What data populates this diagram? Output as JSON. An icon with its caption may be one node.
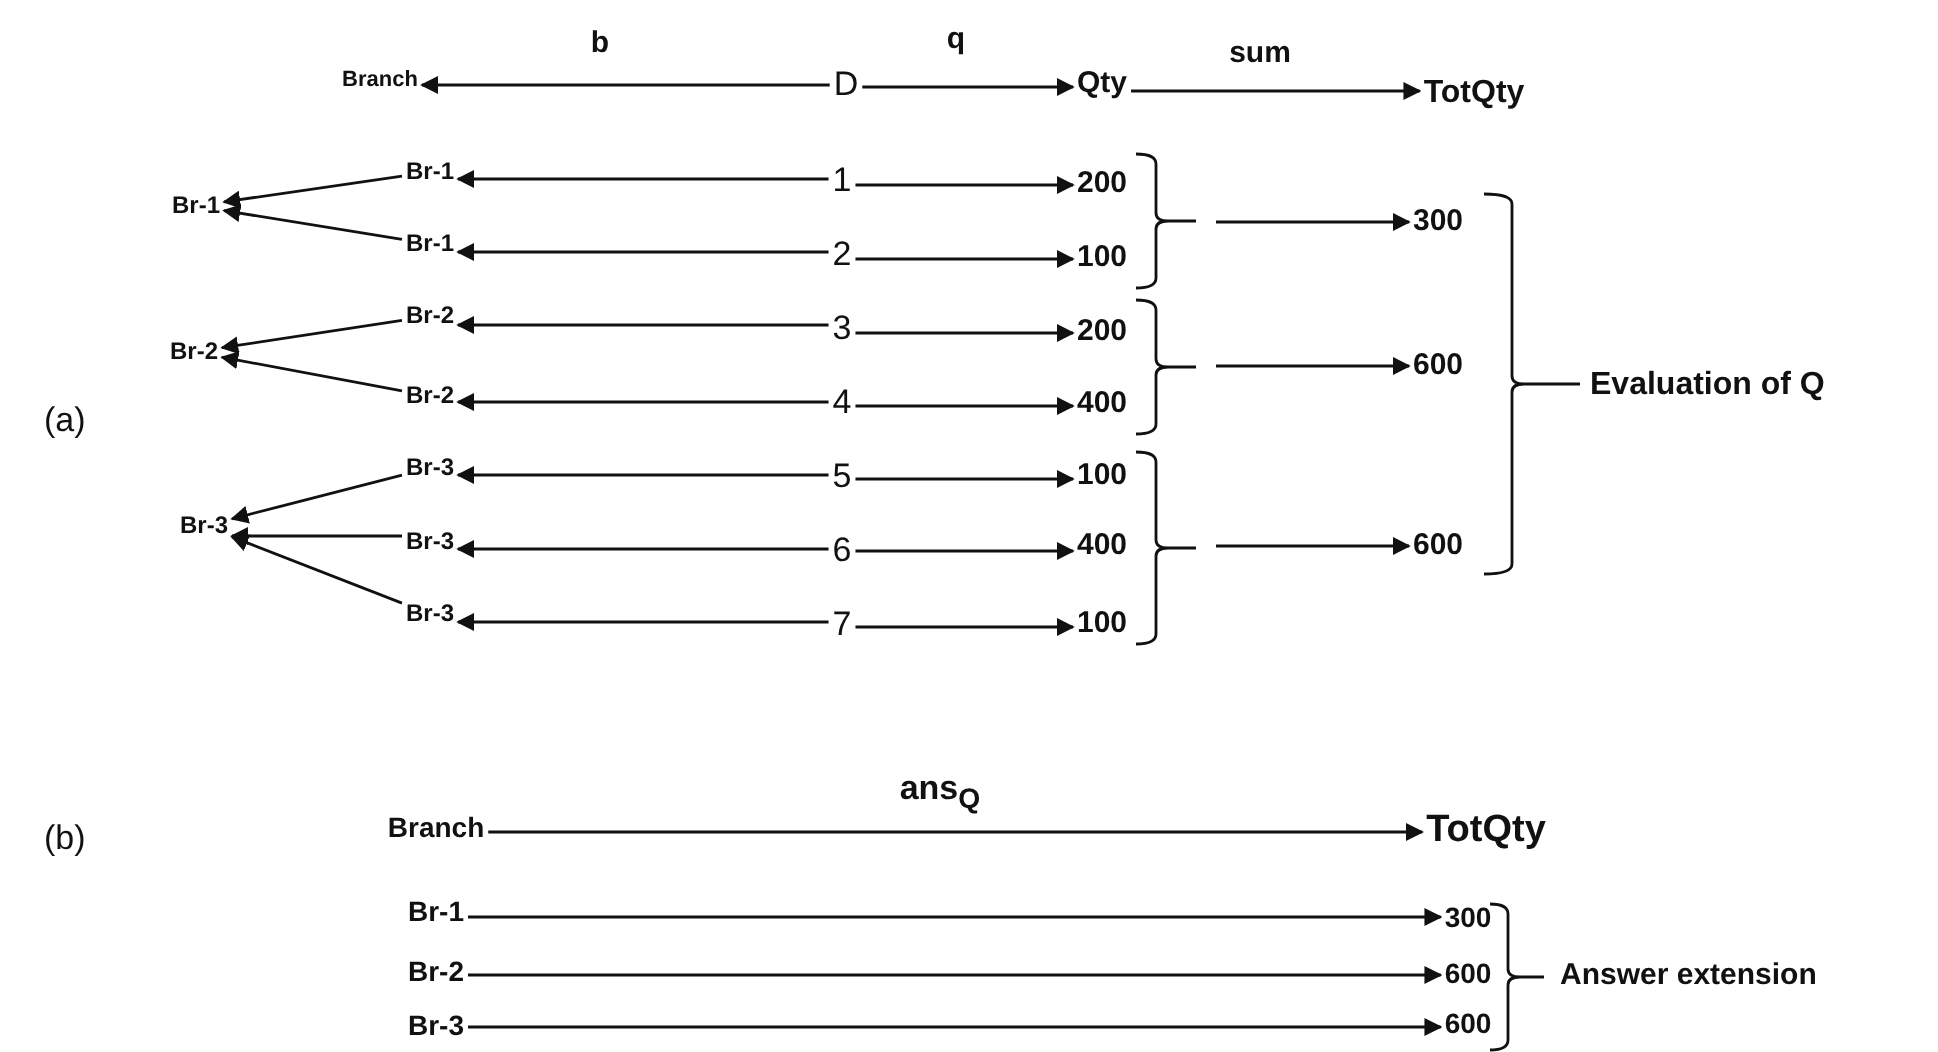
{
  "diagram": {
    "nodes": [
      {
        "text": [
          "Branch"
        ]
      },
      {
        "text": [
          "D"
        ]
      },
      {
        "text": [
          "Qty"
        ]
      },
      {
        "text": [
          "TotQty"
        ]
      },
      {
        "text": [
          "Br-1"
        ]
      },
      {
        "text": [
          "Br-2"
        ]
      },
      {
        "text": [
          "Br-3"
        ]
      },
      {
        "text": [
          "Br-1"
        ]
      },
      {
        "text": [
          "Br-1"
        ]
      },
      {
        "text": [
          "Br-2"
        ]
      },
      {
        "text": [
          "Br-2"
        ]
      },
      {
        "text": [
          "Br-3"
        ]
      },
      {
        "text": [
          "Br-3"
        ]
      },
      {
        "text": [
          "Br-3"
        ]
      },
      {
        "text": [
          "1"
        ]
      },
      {
        "text": [
          "2"
        ]
      },
      {
        "text": [
          "3"
        ]
      },
      {
        "text": [
          "4"
        ]
      },
      {
        "text": [
          "5"
        ]
      },
      {
        "text": [
          "6"
        ]
      },
      {
        "text": [
          "7"
        ]
      },
      {
        "text": [
          "200"
        ]
      },
      {
        "text": [
          "100"
        ]
      },
      {
        "text": [
          "200"
        ]
      },
      {
        "text": [
          "400"
        ]
      },
      {
        "text": [
          "100"
        ]
      },
      {
        "text": [
          "400"
        ]
      },
      {
        "text": [
          "100"
        ]
      },
      {
        "text": [
          "300"
        ]
      },
      {
        "text": [
          "600"
        ]
      },
      {
        "text": [
          "600"
        ]
      },
      {
        "text": [
          "Branch"
        ]
      },
      {
        "text": [
          "TotQty"
        ]
      },
      {
        "text": [
          "Br-1"
        ]
      },
      {
        "text": [
          "Br-2"
        ]
      },
      {
        "text": [
          "Br-3"
        ]
      },
      {
        "text": [
          "300"
        ]
      },
      {
        "text": [
          "600"
        ]
      },
      {
        "text": [
          "600"
        ]
      }
    ],
    "edges": [
      {
        "from": 1,
        "to": 0,
        "arrow": "to",
        "label": "b"
      },
      {
        "from": 1,
        "to": 2,
        "arrow": "to",
        "label": "q"
      },
      {
        "from": 2,
        "to": 3,
        "arrow": "to",
        "label": "sum"
      },
      {
        "from": 14,
        "to": 7,
        "arrow": "to"
      },
      {
        "from": 15,
        "to": 8,
        "arrow": "to"
      },
      {
        "from": 16,
        "to": 9,
        "arrow": "to"
      },
      {
        "from": 17,
        "to": 10,
        "arrow": "to"
      },
      {
        "from": 18,
        "to": 11,
        "arrow": "to"
      },
      {
        "from": 19,
        "to": 12,
        "arrow": "to"
      },
      {
        "from": 20,
        "to": 13,
        "arrow": "to"
      },
      {
        "from": 14,
        "to": 21,
        "arrow": "to"
      },
      {
        "from": 15,
        "to": 22,
        "arrow": "to"
      },
      {
        "from": 16,
        "to": 23,
        "arrow": "to"
      },
      {
        "from": 17,
        "to": 24,
        "arrow": "to"
      },
      {
        "from": 18,
        "to": 25,
        "arrow": "to"
      },
      {
        "from": 19,
        "to": 26,
        "arrow": "to"
      },
      {
        "from": 20,
        "to": 27,
        "arrow": "to"
      },
      {
        "from": 7,
        "to": 4,
        "arrow": "to"
      },
      {
        "from": 8,
        "to": 4,
        "arrow": "to"
      },
      {
        "from": 9,
        "to": 5,
        "arrow": "to"
      },
      {
        "from": 10,
        "to": 5,
        "arrow": "to"
      },
      {
        "from": 11,
        "to": 6,
        "arrow": "to"
      },
      {
        "from": 12,
        "to": 6,
        "arrow": "to"
      },
      {
        "from": 13,
        "to": 6,
        "arrow": "to"
      },
      {
        "from": null,
        "to": 28,
        "arrow": "to"
      },
      {
        "from": null,
        "to": 29,
        "arrow": "to"
      },
      {
        "from": null,
        "to": 30,
        "arrow": "to"
      },
      {
        "from": 31,
        "to": 32,
        "arrow": "to",
        "label": "ans$_{Q}$"
      },
      {
        "from": 33,
        "to": 36,
        "arrow": "to"
      },
      {
        "from": 34,
        "to": 37,
        "arrow": "to"
      },
      {
        "from": 35,
        "to": 38,
        "arrow": "to"
      }
    ],
    "labels": [
      "(a)",
      "Evaluation of Q",
      "(b)",
      "Answer extension"
    ]
  }
}
